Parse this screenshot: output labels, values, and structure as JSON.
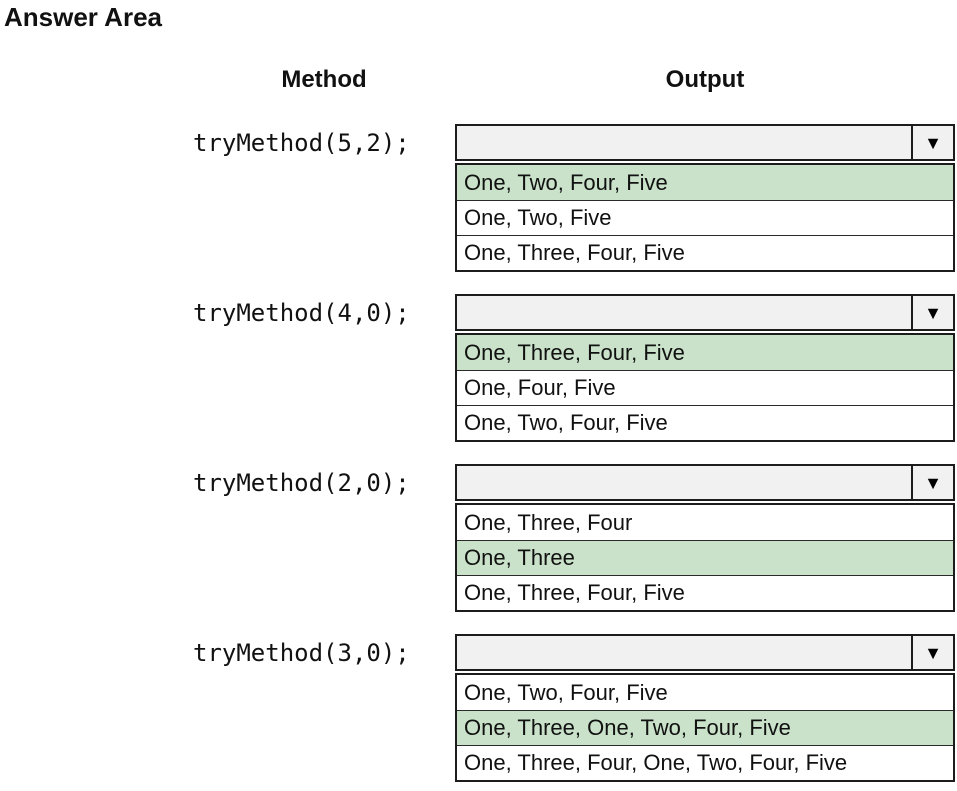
{
  "title": "Answer Area",
  "headers": {
    "method": "Method",
    "output": "Output"
  },
  "dropdown_arrow_icon": "▼",
  "colors": {
    "highlight_green": "#c9e2c9",
    "select_bg": "#f1f1f1",
    "border": "#1c1c1c"
  },
  "questions": [
    {
      "method": "tryMethod(5,2);",
      "selected_value": "",
      "options": [
        {
          "label": "One, Two, Four, Five",
          "highlighted": true
        },
        {
          "label": "One, Two, Five",
          "highlighted": false
        },
        {
          "label": "One, Three, Four, Five",
          "highlighted": false
        }
      ]
    },
    {
      "method": "tryMethod(4,0);",
      "selected_value": "",
      "options": [
        {
          "label": "One, Three, Four, Five",
          "highlighted": true
        },
        {
          "label": "One, Four, Five",
          "highlighted": false
        },
        {
          "label": "One, Two, Four, Five",
          "highlighted": false
        }
      ]
    },
    {
      "method": "tryMethod(2,0);",
      "selected_value": "",
      "options": [
        {
          "label": "One, Three, Four",
          "highlighted": false
        },
        {
          "label": "One, Three",
          "highlighted": true
        },
        {
          "label": "One, Three, Four, Five",
          "highlighted": false
        }
      ]
    },
    {
      "method": "tryMethod(3,0);",
      "selected_value": "",
      "options": [
        {
          "label": "One, Two, Four, Five",
          "highlighted": false
        },
        {
          "label": "One, Three, One, Two, Four, Five",
          "highlighted": true
        },
        {
          "label": "One, Three, Four, One, Two, Four, Five",
          "highlighted": false
        }
      ]
    }
  ]
}
